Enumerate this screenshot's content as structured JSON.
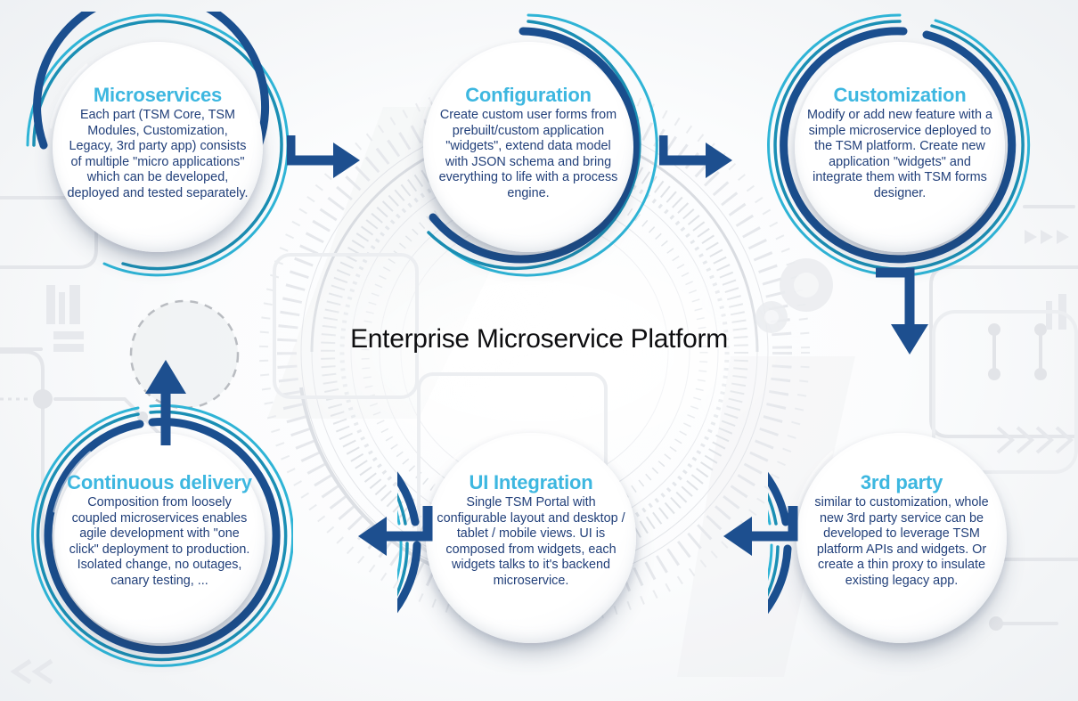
{
  "center": {
    "title": "Enterprise Microservice Platform"
  },
  "colors": {
    "heading": "#3db7e0",
    "body_text": "#22407a",
    "ring_navy": "#1d4f8f",
    "ring_navy_dark": "#143a72",
    "ring_teal": "#1a93b8",
    "ring_cyan": "#29b8d8",
    "arrow": "#1d4f8f",
    "center_title": "#0e0e10",
    "background": "#f2f4f6"
  },
  "nodes": [
    {
      "id": "microservices",
      "title": "Microservices",
      "body": "Each part (TSM Core, TSM Modules, Customization, Legacy, 3rd party app) consists of multiple \"micro applications\" which can be developed, deployed and tested separately."
    },
    {
      "id": "configuration",
      "title": "Configuration",
      "body": "Create custom user forms from prebuilt/custom application \"widgets\", extend data model with JSON schema and bring everything to life with a process engine."
    },
    {
      "id": "customization",
      "title": "Customization",
      "body": "Modify or add new feature with a simple microservice deployed to the TSM platform. Create new application \"widgets\" and integrate them with TSM forms  designer."
    },
    {
      "id": "third-party",
      "title": "3rd party",
      "body": "similar to customization, whole new 3rd party service can be developed to leverage TSM platform APIs and widgets. Or create a thin proxy to insulate existing legacy app."
    },
    {
      "id": "ui-integration",
      "title": "UI Integration",
      "body": "Single TSM Portal with configurable layout and desktop / tablet / mobile views. UI is composed from widgets, each widgets talks to it's backend  microservice."
    },
    {
      "id": "continuous-delivery",
      "title": "Continuous delivery",
      "body": "Composition from loosely coupled microservices enables agile development with \"one click\" deployment to production. Isolated change, no outages, canary testing, ..."
    }
  ],
  "arrows": [
    {
      "id": "microservices-to-configuration",
      "direction": "right"
    },
    {
      "id": "configuration-to-customization",
      "direction": "right"
    },
    {
      "id": "customization-to-third-party",
      "direction": "down"
    },
    {
      "id": "third-party-to-ui-integration",
      "direction": "left"
    },
    {
      "id": "ui-integration-to-continuous-delivery",
      "direction": "left"
    },
    {
      "id": "continuous-delivery-to-microservices",
      "direction": "up"
    }
  ]
}
